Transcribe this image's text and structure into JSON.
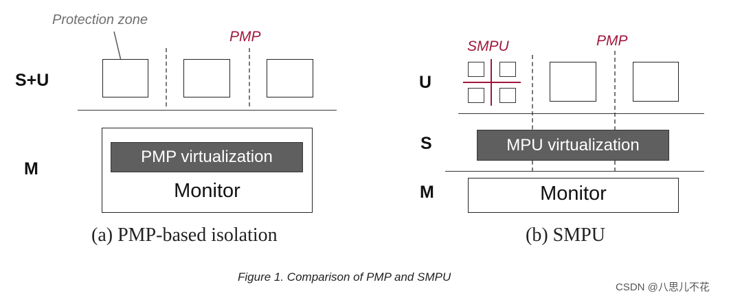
{
  "left_panel": {
    "level_top": "S+U",
    "level_bottom": "M",
    "protection_zone_label": "Protection zone",
    "pmp_label": "PMP",
    "virtualization_label": "PMP virtualization",
    "monitor_label": "Monitor",
    "caption": "(a) PMP-based isolation"
  },
  "right_panel": {
    "level_u": "U",
    "level_s": "S",
    "level_m": "M",
    "smpu_label": "SMPU",
    "pmp_label": "PMP",
    "virtualization_label": "MPU virtualization",
    "monitor_label": "Monitor",
    "caption": "(b) SMPU"
  },
  "figure_caption": "Figure 1. Comparison of PMP and SMPU",
  "watermark": "CSDN @八思儿不花",
  "colors": {
    "accent_red": "#a0173d",
    "dark_fill": "#5f5f5f",
    "gray_text": "#6f6f6f"
  }
}
